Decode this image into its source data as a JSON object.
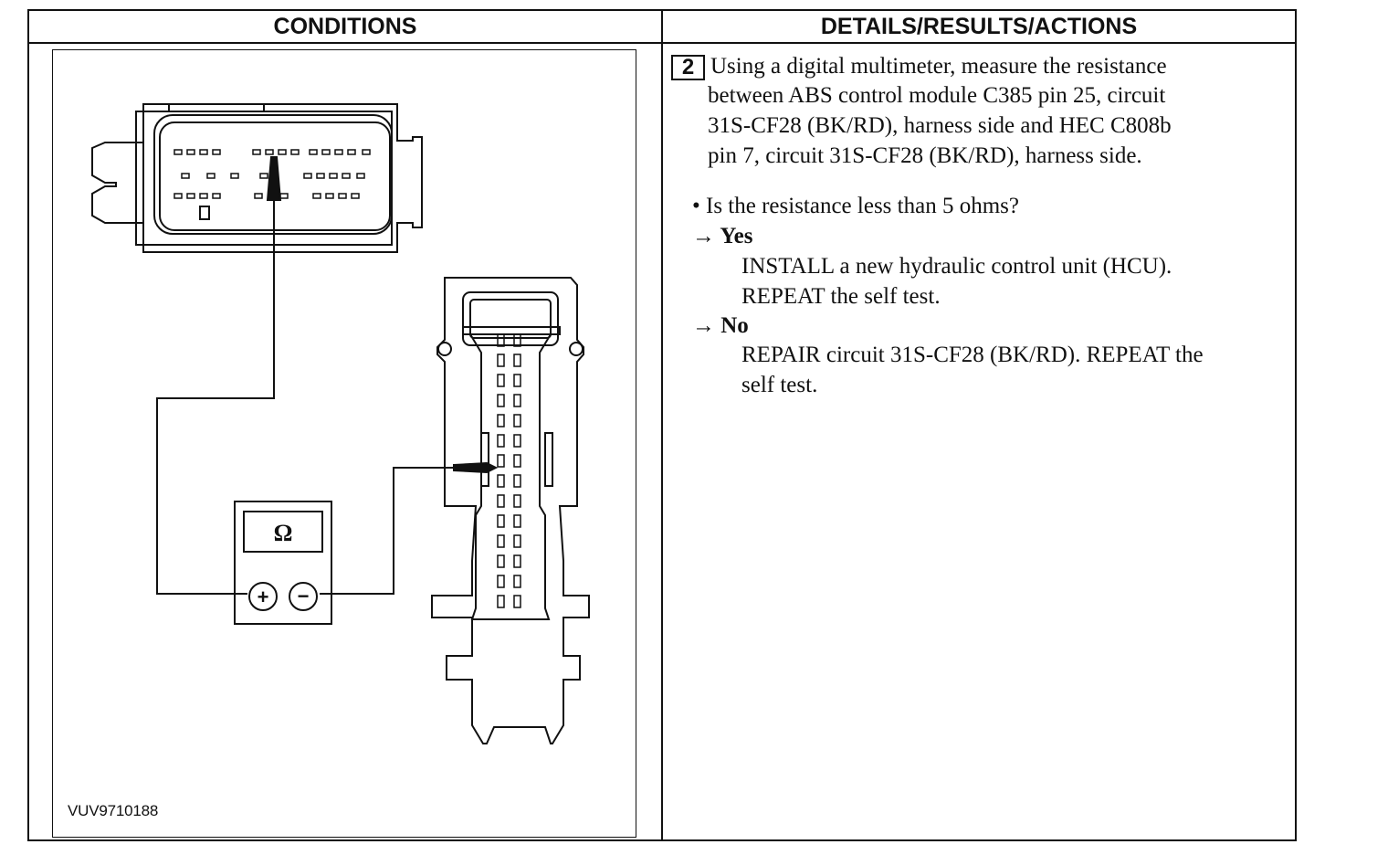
{
  "table": {
    "headers": {
      "conditions": "CONDITIONS",
      "details": "DETAILS/RESULTS/ACTIONS"
    }
  },
  "figure": {
    "code": "VUV9710188",
    "meter_symbol": "Ω",
    "plus_symbol": "+",
    "minus_symbol": "−",
    "icons": [
      "connector-c385-icon",
      "connector-c808b-icon",
      "multimeter-icon",
      "test-lead-icon"
    ]
  },
  "step": {
    "number": "2",
    "instruction_lines": [
      "Using a digital multimeter, measure the resistance",
      "between ABS control module C385 pin 25, circuit",
      "31S-CF28 (BK/RD), harness side and HEC C808b",
      "pin 7, circuit 31S-CF28 (BK/RD), harness side."
    ],
    "question": "• Is the resistance less than 5 ohms?",
    "yes_label": "→ Yes",
    "yes_actions": [
      "INSTALL a new hydraulic control unit (HCU).",
      "REPEAT the self test."
    ],
    "no_label": "→ No",
    "no_actions": [
      "REPAIR circuit 31S-CF28 (BK/RD). REPEAT the",
      "self test."
    ]
  }
}
